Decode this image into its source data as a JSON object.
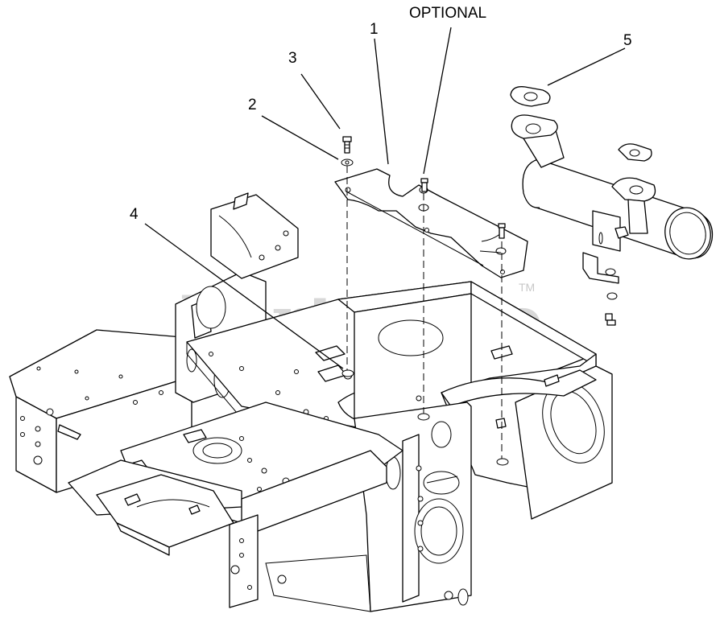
{
  "watermark": {
    "text": "PartsTree",
    "mark": "TM"
  },
  "callouts": {
    "optional": "OPTIONAL",
    "c1": "1",
    "c2": "2",
    "c3": "3",
    "c4": "4",
    "c5": "5"
  }
}
